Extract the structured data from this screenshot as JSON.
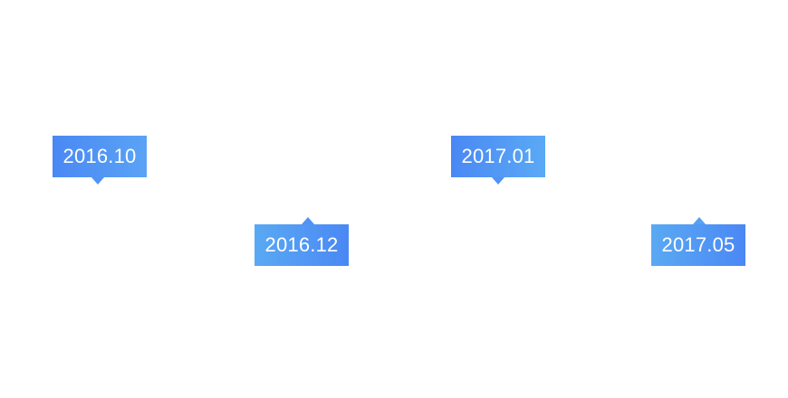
{
  "timeline": {
    "items": [
      {
        "label": "2016.10",
        "pointer": "down"
      },
      {
        "label": "2016.12",
        "pointer": "up"
      },
      {
        "label": "2017.01",
        "pointer": "down"
      },
      {
        "label": "2017.05",
        "pointer": "up"
      }
    ]
  },
  "colors": {
    "tag_dark": "#4a88f4",
    "tag_light": "#5aa9f5",
    "background": "#ffffff",
    "text": "#ffffff"
  }
}
